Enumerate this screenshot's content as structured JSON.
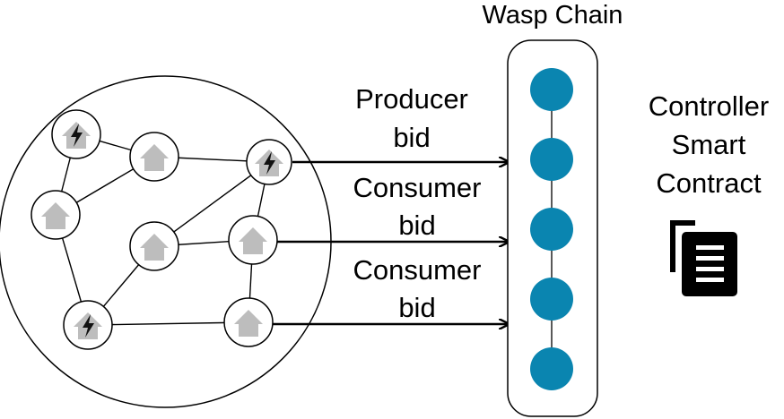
{
  "title": "Wasp Chain",
  "labels": {
    "producer_line1": "Producer",
    "producer_line2": "bid",
    "consumer1_line1": "Consumer",
    "consumer1_line2": "bid",
    "consumer2_line1": "Consumer",
    "consumer2_line2": "bid"
  },
  "contract": {
    "line1": "Controller",
    "line2": "Smart",
    "line3": "Contract",
    "icon": "document-stack-icon"
  },
  "network": {
    "nodes": [
      {
        "id": "n1",
        "type": "producer",
        "icon": "house-lightning-icon"
      },
      {
        "id": "n2",
        "type": "consumer",
        "icon": "house-icon"
      },
      {
        "id": "n3",
        "type": "producer",
        "icon": "house-lightning-icon"
      },
      {
        "id": "n4",
        "type": "consumer",
        "icon": "house-icon"
      },
      {
        "id": "n5",
        "type": "consumer",
        "icon": "house-icon"
      },
      {
        "id": "n6",
        "type": "consumer",
        "icon": "house-icon"
      },
      {
        "id": "n7",
        "type": "producer",
        "icon": "house-lightning-icon"
      },
      {
        "id": "n8",
        "type": "consumer",
        "icon": "house-icon"
      }
    ]
  },
  "chain": {
    "block_count": 5,
    "block_color": "#0A85B0"
  }
}
